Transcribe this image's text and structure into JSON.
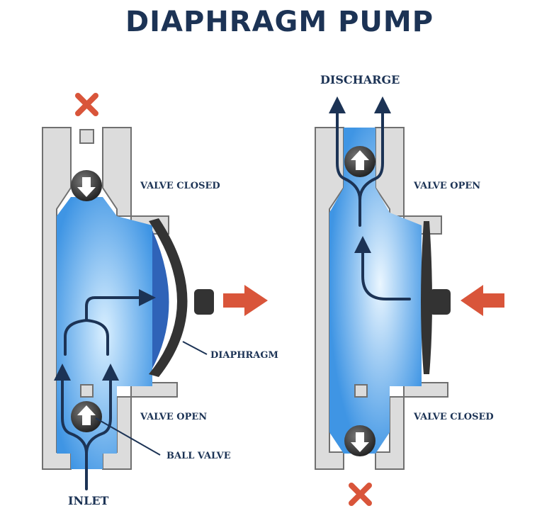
{
  "title": "DIAPHRAGM PUMP",
  "labels": {
    "valve_closed_left": "VALVE CLOSED",
    "valve_open_left": "VALVE OPEN",
    "diaphragm": "DIAPHRAGM",
    "ball_valve": "BALL VALVE",
    "inlet": "INLET",
    "discharge": "DISCHARGE",
    "valve_open_right": "VALVE OPEN",
    "valve_closed_right": "VALVE CLOSED"
  },
  "colors": {
    "title": "#1c3355",
    "housing": "#dcdcdc",
    "housing_stroke": "#707070",
    "fluid": "#4a9ee8",
    "fluid_light": "#cfe8fb",
    "flow_arrow": "#1c3355",
    "motion_arrow": "#d9553a",
    "blocked_x": "#d9553a",
    "diaphragm": "#333333",
    "pressure_zone": "#2f63b8"
  }
}
